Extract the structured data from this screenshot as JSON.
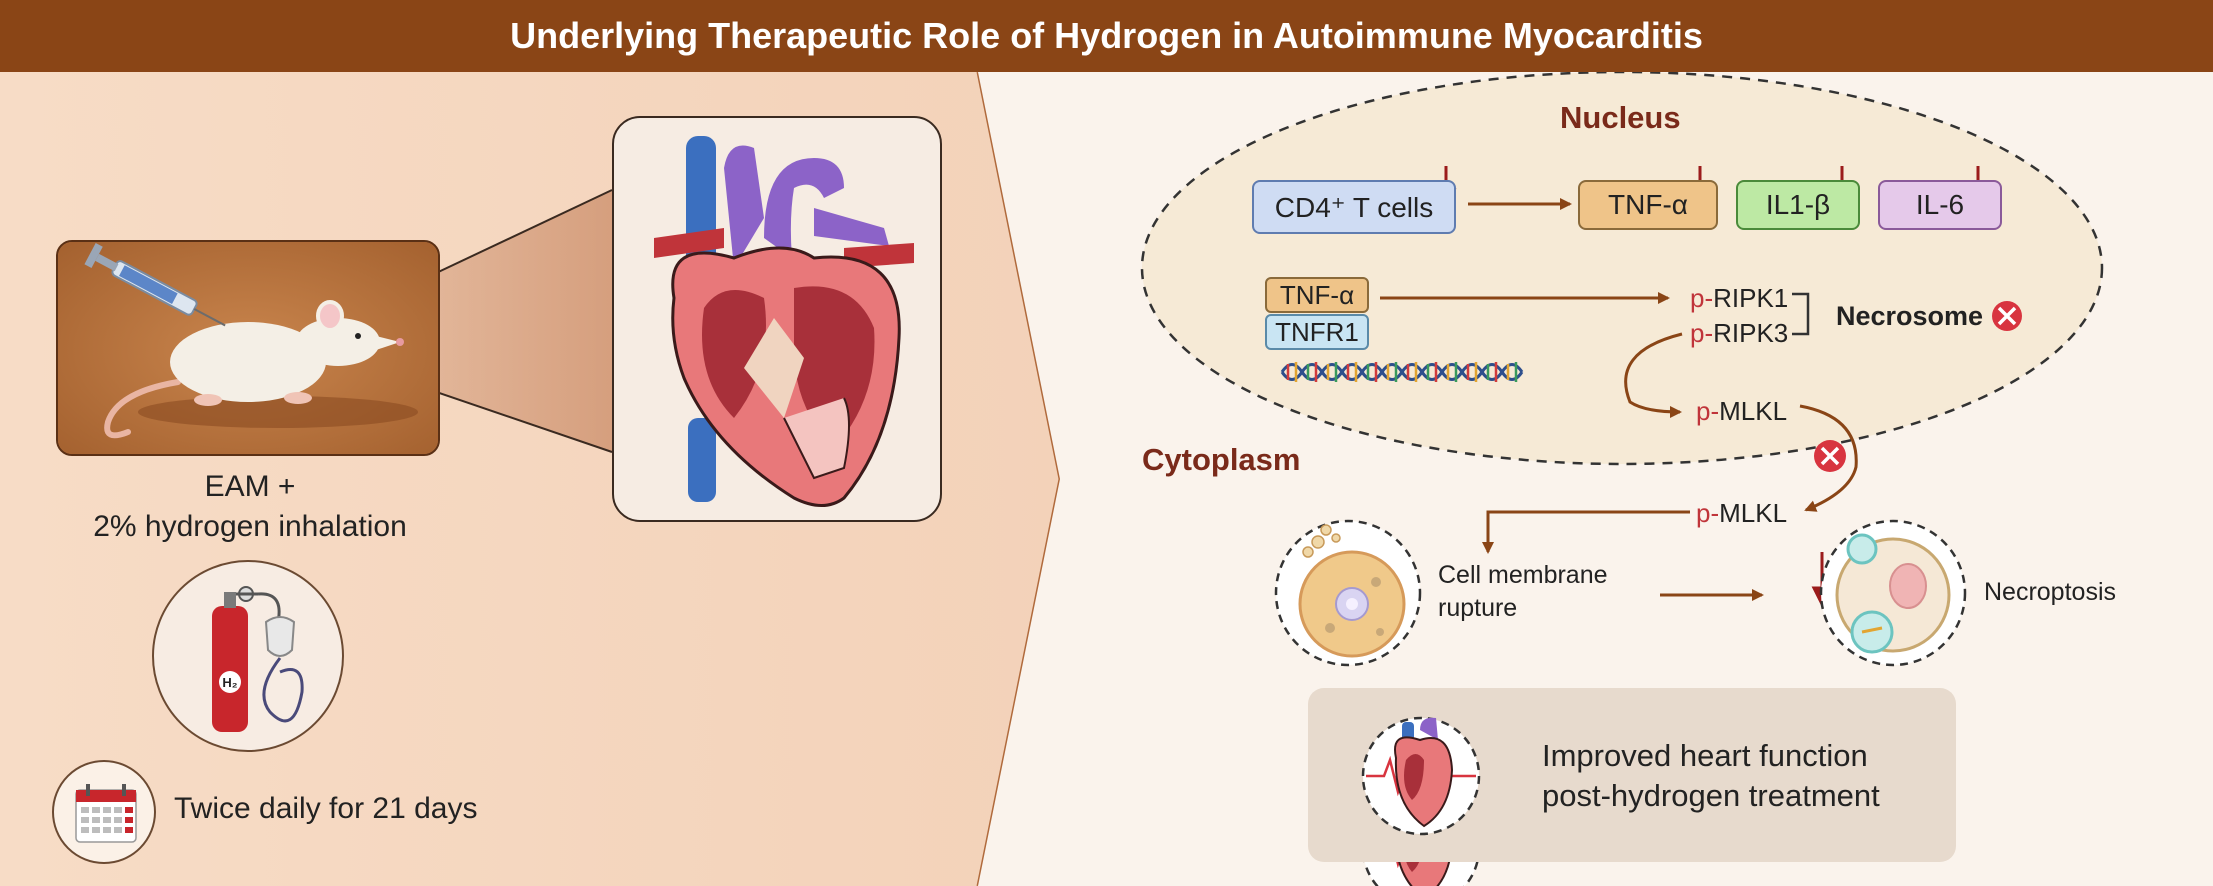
{
  "banner": {
    "title": "Underlying Therapeutic Role of Hydrogen in Autoimmune Myocarditis"
  },
  "left": {
    "treatment_line1": "EAM +",
    "treatment_line2": "2% hydrogen inhalation",
    "schedule": "Twice daily for 21 days",
    "cylinder_label": "H₂"
  },
  "nucleus": {
    "title": "Nucleus",
    "cells": [
      "CD4⁺ T cells",
      "TNF-α",
      "IL1-β",
      "IL-6"
    ],
    "ligand": "TNF-α",
    "receptor": "TNFR1",
    "ripk1_prefix": "p-",
    "ripk1": "RIPK1",
    "ripk3_prefix": "p-",
    "ripk3": "RIPK3",
    "necrosome": "Necrosome",
    "mlkl_prefix": "p-",
    "mlkl": "MLKL"
  },
  "cytoplasm": {
    "title": "Cytoplasm",
    "mlkl_prefix": "p-",
    "mlkl": "MLKL",
    "rupture_line1": "Cell membrane",
    "rupture_line2": "rupture",
    "necroptosis": "Necroptosis"
  },
  "result": {
    "line1": "Improved heart function",
    "line2": "post-hydrogen treatment"
  },
  "colors": {
    "banner": "#8a4516",
    "arrow": "#8a4516",
    "down_arrow": "#9b1b1b",
    "accent_text": "#7a2a1a",
    "blocked": "#d8343f"
  }
}
